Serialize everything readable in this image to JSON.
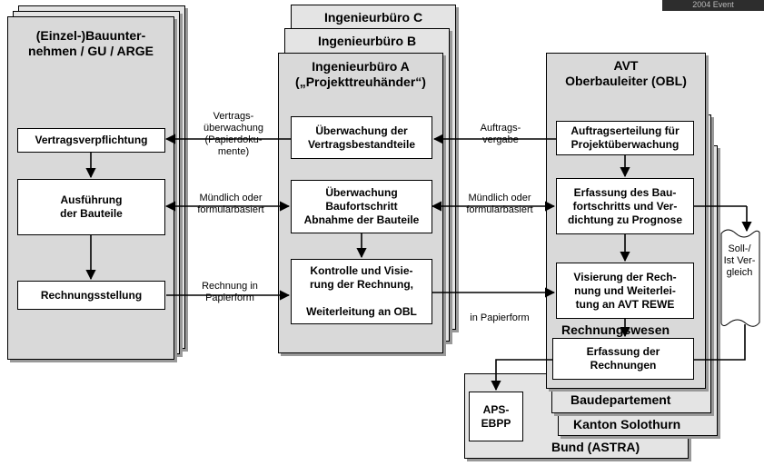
{
  "corner_badge": "2004 Event",
  "contractor": {
    "title": "(Einzel-)Bauunter-\nnehmen / GU / ARGE",
    "box_contract": "Vertragsverpflichtung",
    "box_execution": "Ausführung\nder Bauteile",
    "box_invoice": "Rechnungsstellung"
  },
  "engineering": {
    "office_c": "Ingenieurbüro C",
    "office_b": "Ingenieurbüro B",
    "title": "Ingenieurbüro A\n(„Projekttreuhänder“)",
    "box_monitoring": "Überwachung der\nVertragsbestandteile",
    "box_progress": "Überwachung\nBaufortschritt\nAbnahme der Bauteile",
    "box_control": "Kontrolle und Visie-\nrung der Rechnung,\n\nWeiterleitung an OBL"
  },
  "avt": {
    "title": "AVT\nOberbauleiter (OBL)",
    "box_order": "Auftragserteilung für\nProjektüberwachung",
    "box_capture_progress": "Erfassung des Bau-\nfortschritts und Ver-\ndichtung zu Prognose",
    "box_visa": "Visierung der Rech-\nnung und Weiterlei-\ntung an AVT REWE",
    "accounting": "Rechnungswesen",
    "box_capture_invoices": "Erfassung der\nRechnungen",
    "department": "Baudepartement",
    "canton": "Kanton Solothurn",
    "federal": "Bund (ASTRA)",
    "aps": "APS-\nEBPP"
  },
  "edges": {
    "contract_docs": "Vertrags-\nüberwachung\n(Papierdoku-\nmente)",
    "oral_form_left": "Mündlich oder\nformularbasiert",
    "invoice_paper": "Rechnung in\nPapierform",
    "order_placement": "Auftrags-\nvergabe",
    "oral_form_right": "Mündlich oder\nformularbasiert",
    "in_paper": "in Papierform"
  },
  "comparison_note": "Soll-/\nIst Ver-\ngleich"
}
